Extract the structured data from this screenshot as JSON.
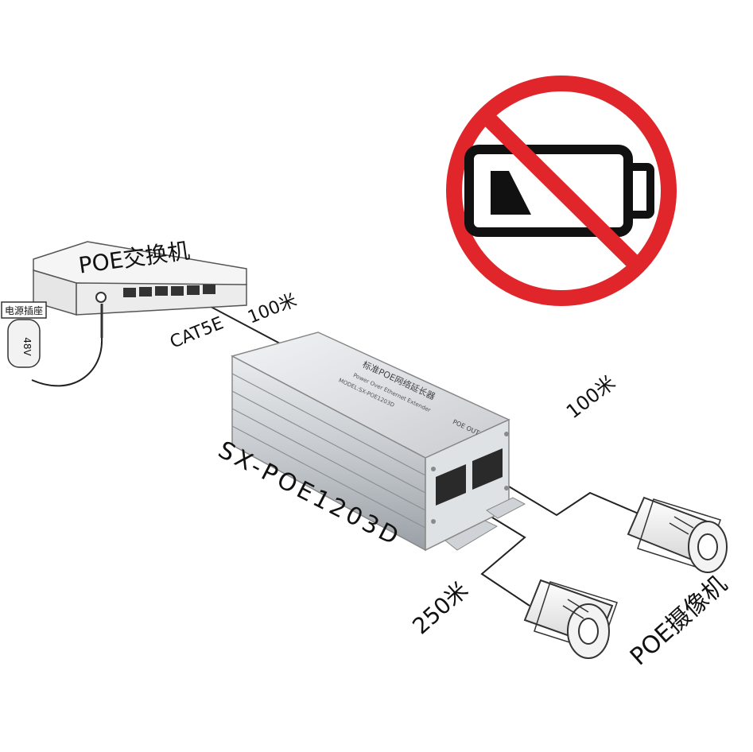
{
  "switch": {
    "label": "POE交换机"
  },
  "adapter": {
    "plug_label": "电源插座",
    "voltage": "48V"
  },
  "uplink": {
    "cable_label": "CAT5E",
    "distance": "100米"
  },
  "extender": {
    "model": "SX-POE1203D",
    "top_text": "标准POE网络延长器",
    "sub_text": "Power Over Ethernet Extender",
    "model_small": "MODEL:SX-POE1203D",
    "ports_label": "POE OUT"
  },
  "branch_top": {
    "distance": "100米"
  },
  "branch_bottom": {
    "distance": "250米"
  },
  "cameras": {
    "label": "POE摄像机"
  },
  "prohibition": {
    "icon": "no-battery-icon",
    "color": "#e0262b"
  }
}
